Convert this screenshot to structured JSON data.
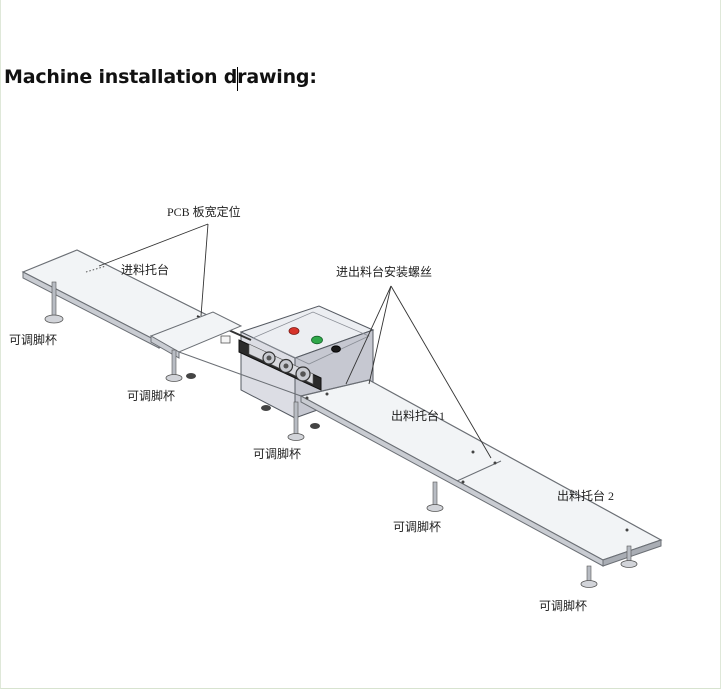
{
  "document": {
    "heading": "Machine installation drawing:"
  },
  "drawing": {
    "labels": {
      "pcb_width_positioning": "PCB 板宽定位",
      "infeed_table": "进料托台",
      "table_mount_screws": "进出料台安装螺丝",
      "outfeed_table_1": "出料托台1",
      "outfeed_table_2": "出料托台 2",
      "foot_cup": "可调脚杯"
    }
  },
  "colors": {
    "heading_text": "#111111",
    "caret": "#000000",
    "table_top": "#f2f4f6",
    "table_edge": "#6b6f75",
    "machine_body": "#dcdde4",
    "red_button": "#d6332a",
    "green_button": "#2fa84a",
    "black_button": "#1a1a1a"
  }
}
